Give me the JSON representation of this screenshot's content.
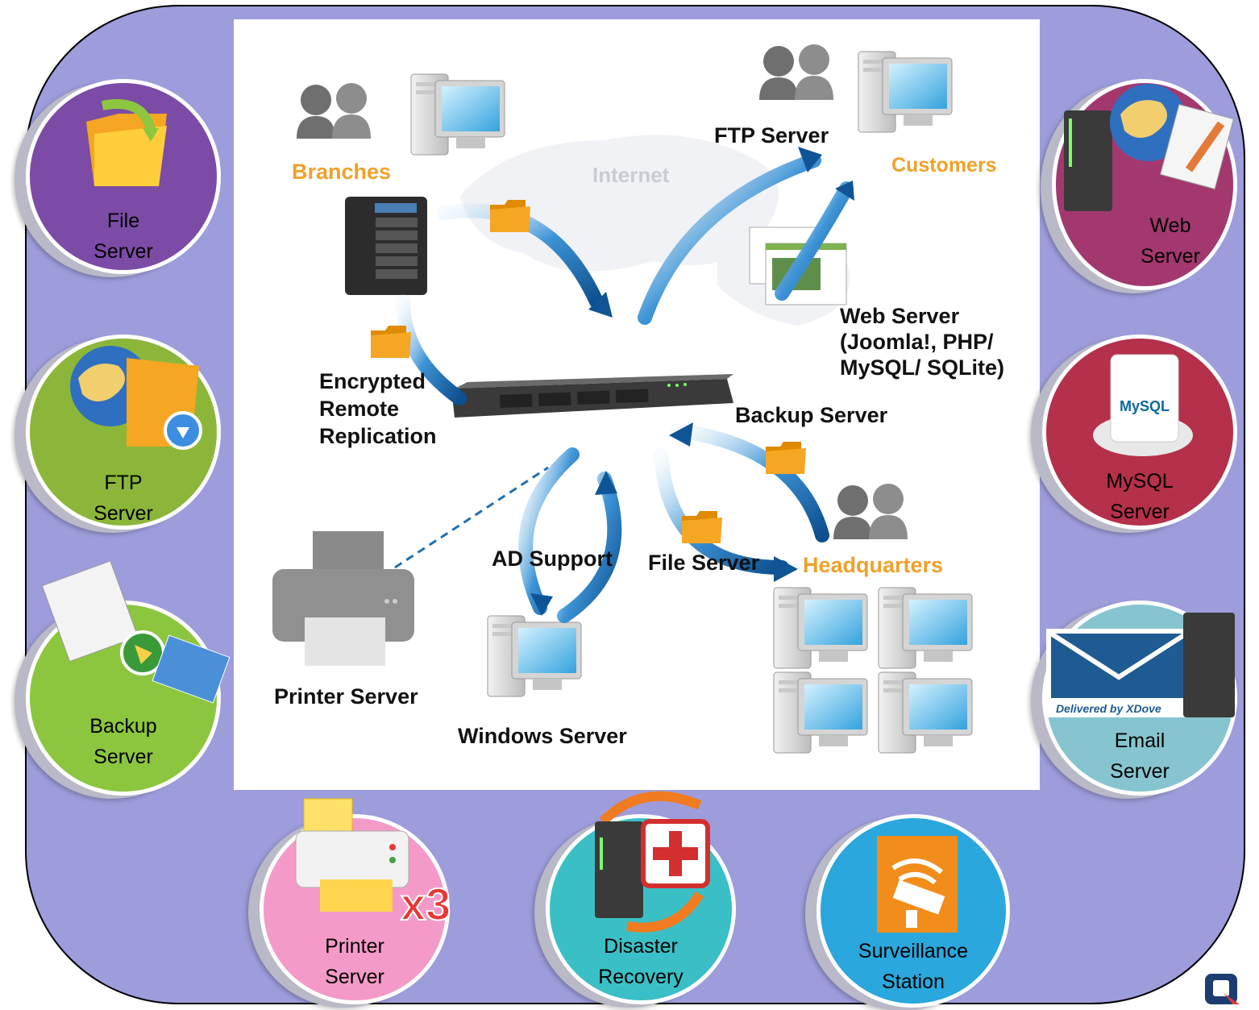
{
  "circles": {
    "file_server": {
      "line1": "File",
      "line2": "Server",
      "color": "#7c4ba6"
    },
    "ftp_server": {
      "line1": "FTP",
      "line2": "Server",
      "color": "#8cb63a"
    },
    "backup_server": {
      "line1": "Backup",
      "line2": "Server",
      "color": "#8cc63f"
    },
    "web_server": {
      "line1": "Web",
      "line2": "Server",
      "color": "#a3386f"
    },
    "mysql_server": {
      "line1": "MySQL",
      "line2": "Server",
      "color": "#b5304a"
    },
    "email_server": {
      "line1": "Email",
      "line2": "Server",
      "color": "#86c5cf"
    },
    "printer_server": {
      "line1": "Printer",
      "line2": "Server",
      "color": "#f49ac8"
    },
    "disaster_recovery": {
      "line1": "Disaster",
      "line2": "Recovery",
      "color": "#3bbfc6"
    },
    "surveillance_station": {
      "line1": "Surveillance",
      "line2": "Station",
      "color": "#2aa7dc"
    }
  },
  "diagram": {
    "branches": "Branches",
    "internet": "Internet",
    "ftp_server": "FTP Server",
    "customers": "Customers",
    "web_server_line1": "Web Server",
    "web_server_line2": "(Joomla!, PHP/",
    "web_server_line3": "MySQL/ SQLite)",
    "encrypted_line1": "Encrypted",
    "encrypted_line2": "Remote",
    "encrypted_line3": "Replication",
    "backup_server": "Backup Server",
    "ad_support": "AD Support",
    "file_server": "File Server",
    "headquarters": "Headquarters",
    "printer_server": "Printer Server",
    "windows_server": "Windows Server"
  },
  "badges": {
    "x3": "x3",
    "mysql_logo": "MySQL",
    "xdove": "Delivered by XDove"
  },
  "colors": {
    "frame": "#9d9ddc",
    "arrow": "#1f6fb0",
    "folder": "#f39c12",
    "label_orange": "#f0a12a"
  }
}
